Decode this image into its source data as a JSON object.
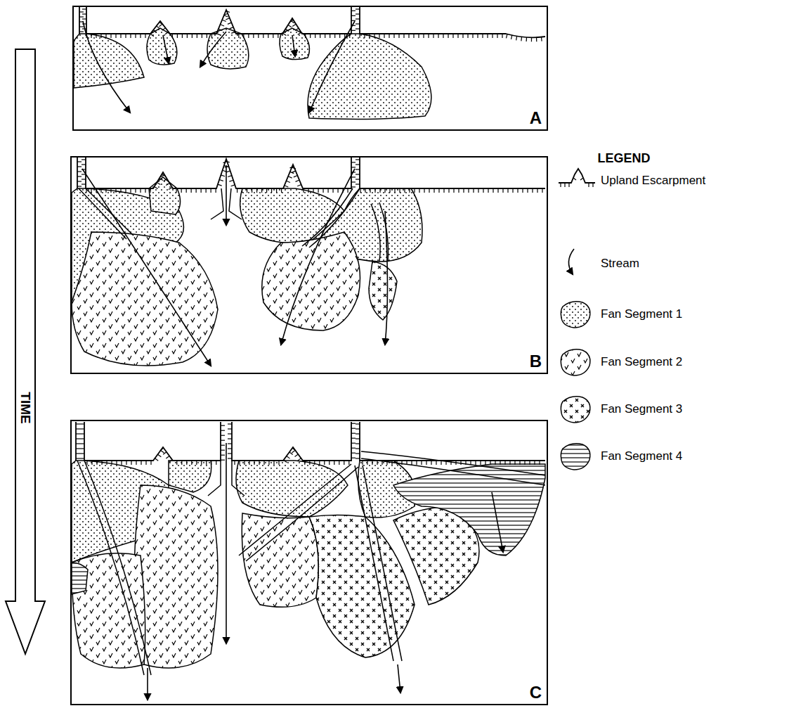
{
  "diagram": {
    "nodes": [
      {
        "text": [
          "A"
        ]
      },
      {
        "text": [
          "B"
        ]
      },
      {
        "text": [
          "C"
        ]
      }
    ],
    "labels": [
      "TIME",
      "LEGEND"
    ],
    "legend": [
      {
        "text": "Upland Escarpment"
      },
      {
        "text": "Stream"
      },
      {
        "text": "Fan Segment 1"
      },
      {
        "text": "Fan Segment 2"
      },
      {
        "text": "Fan Segment 3"
      },
      {
        "text": "Fan Segment 4"
      }
    ]
  }
}
